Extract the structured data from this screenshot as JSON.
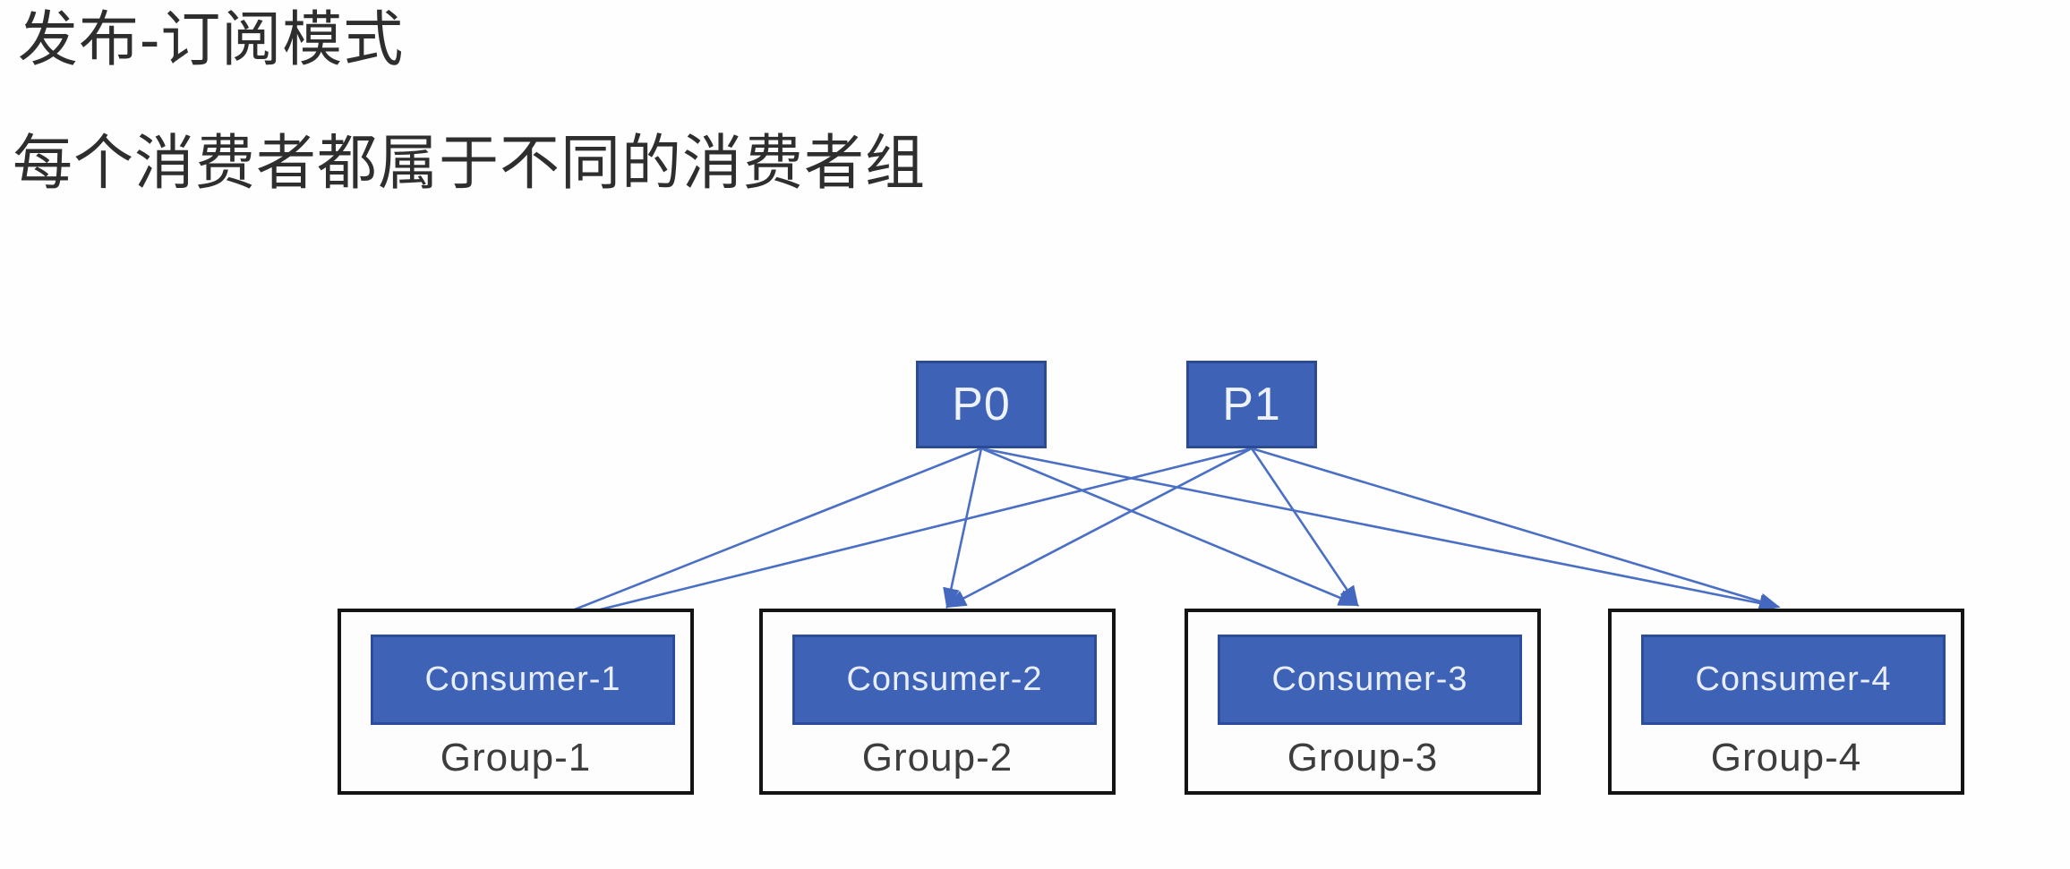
{
  "title": "发布-订阅模式",
  "subtitle": "每个消费者都属于不同的消费者组",
  "diagram": {
    "partitions": [
      {
        "id": "P0",
        "label": "P0"
      },
      {
        "id": "P1",
        "label": "P1"
      }
    ],
    "groups": [
      {
        "consumer_label": "Consumer-1",
        "group_label": "Group-1"
      },
      {
        "consumer_label": "Consumer-2",
        "group_label": "Group-2"
      },
      {
        "consumer_label": "Consumer-3",
        "group_label": "Group-3"
      },
      {
        "consumer_label": "Consumer-4",
        "group_label": "Group-4"
      }
    ],
    "edges": [
      {
        "from": "P0",
        "to": "Consumer-1"
      },
      {
        "from": "P0",
        "to": "Consumer-2"
      },
      {
        "from": "P0",
        "to": "Consumer-3"
      },
      {
        "from": "P0",
        "to": "Consumer-4"
      },
      {
        "from": "P1",
        "to": "Consumer-1"
      },
      {
        "from": "P1",
        "to": "Consumer-2"
      },
      {
        "from": "P1",
        "to": "Consumer-3"
      },
      {
        "from": "P1",
        "to": "Consumer-4"
      }
    ]
  },
  "colors": {
    "node_fill": "#3e63b6",
    "node_border": "#2b4a96",
    "arrow": "#4a6fc4",
    "group_border": "#141414",
    "title_text": "#2e2e2e",
    "group_label_text": "#3d3d3d",
    "node_text": "#eef2fb"
  }
}
